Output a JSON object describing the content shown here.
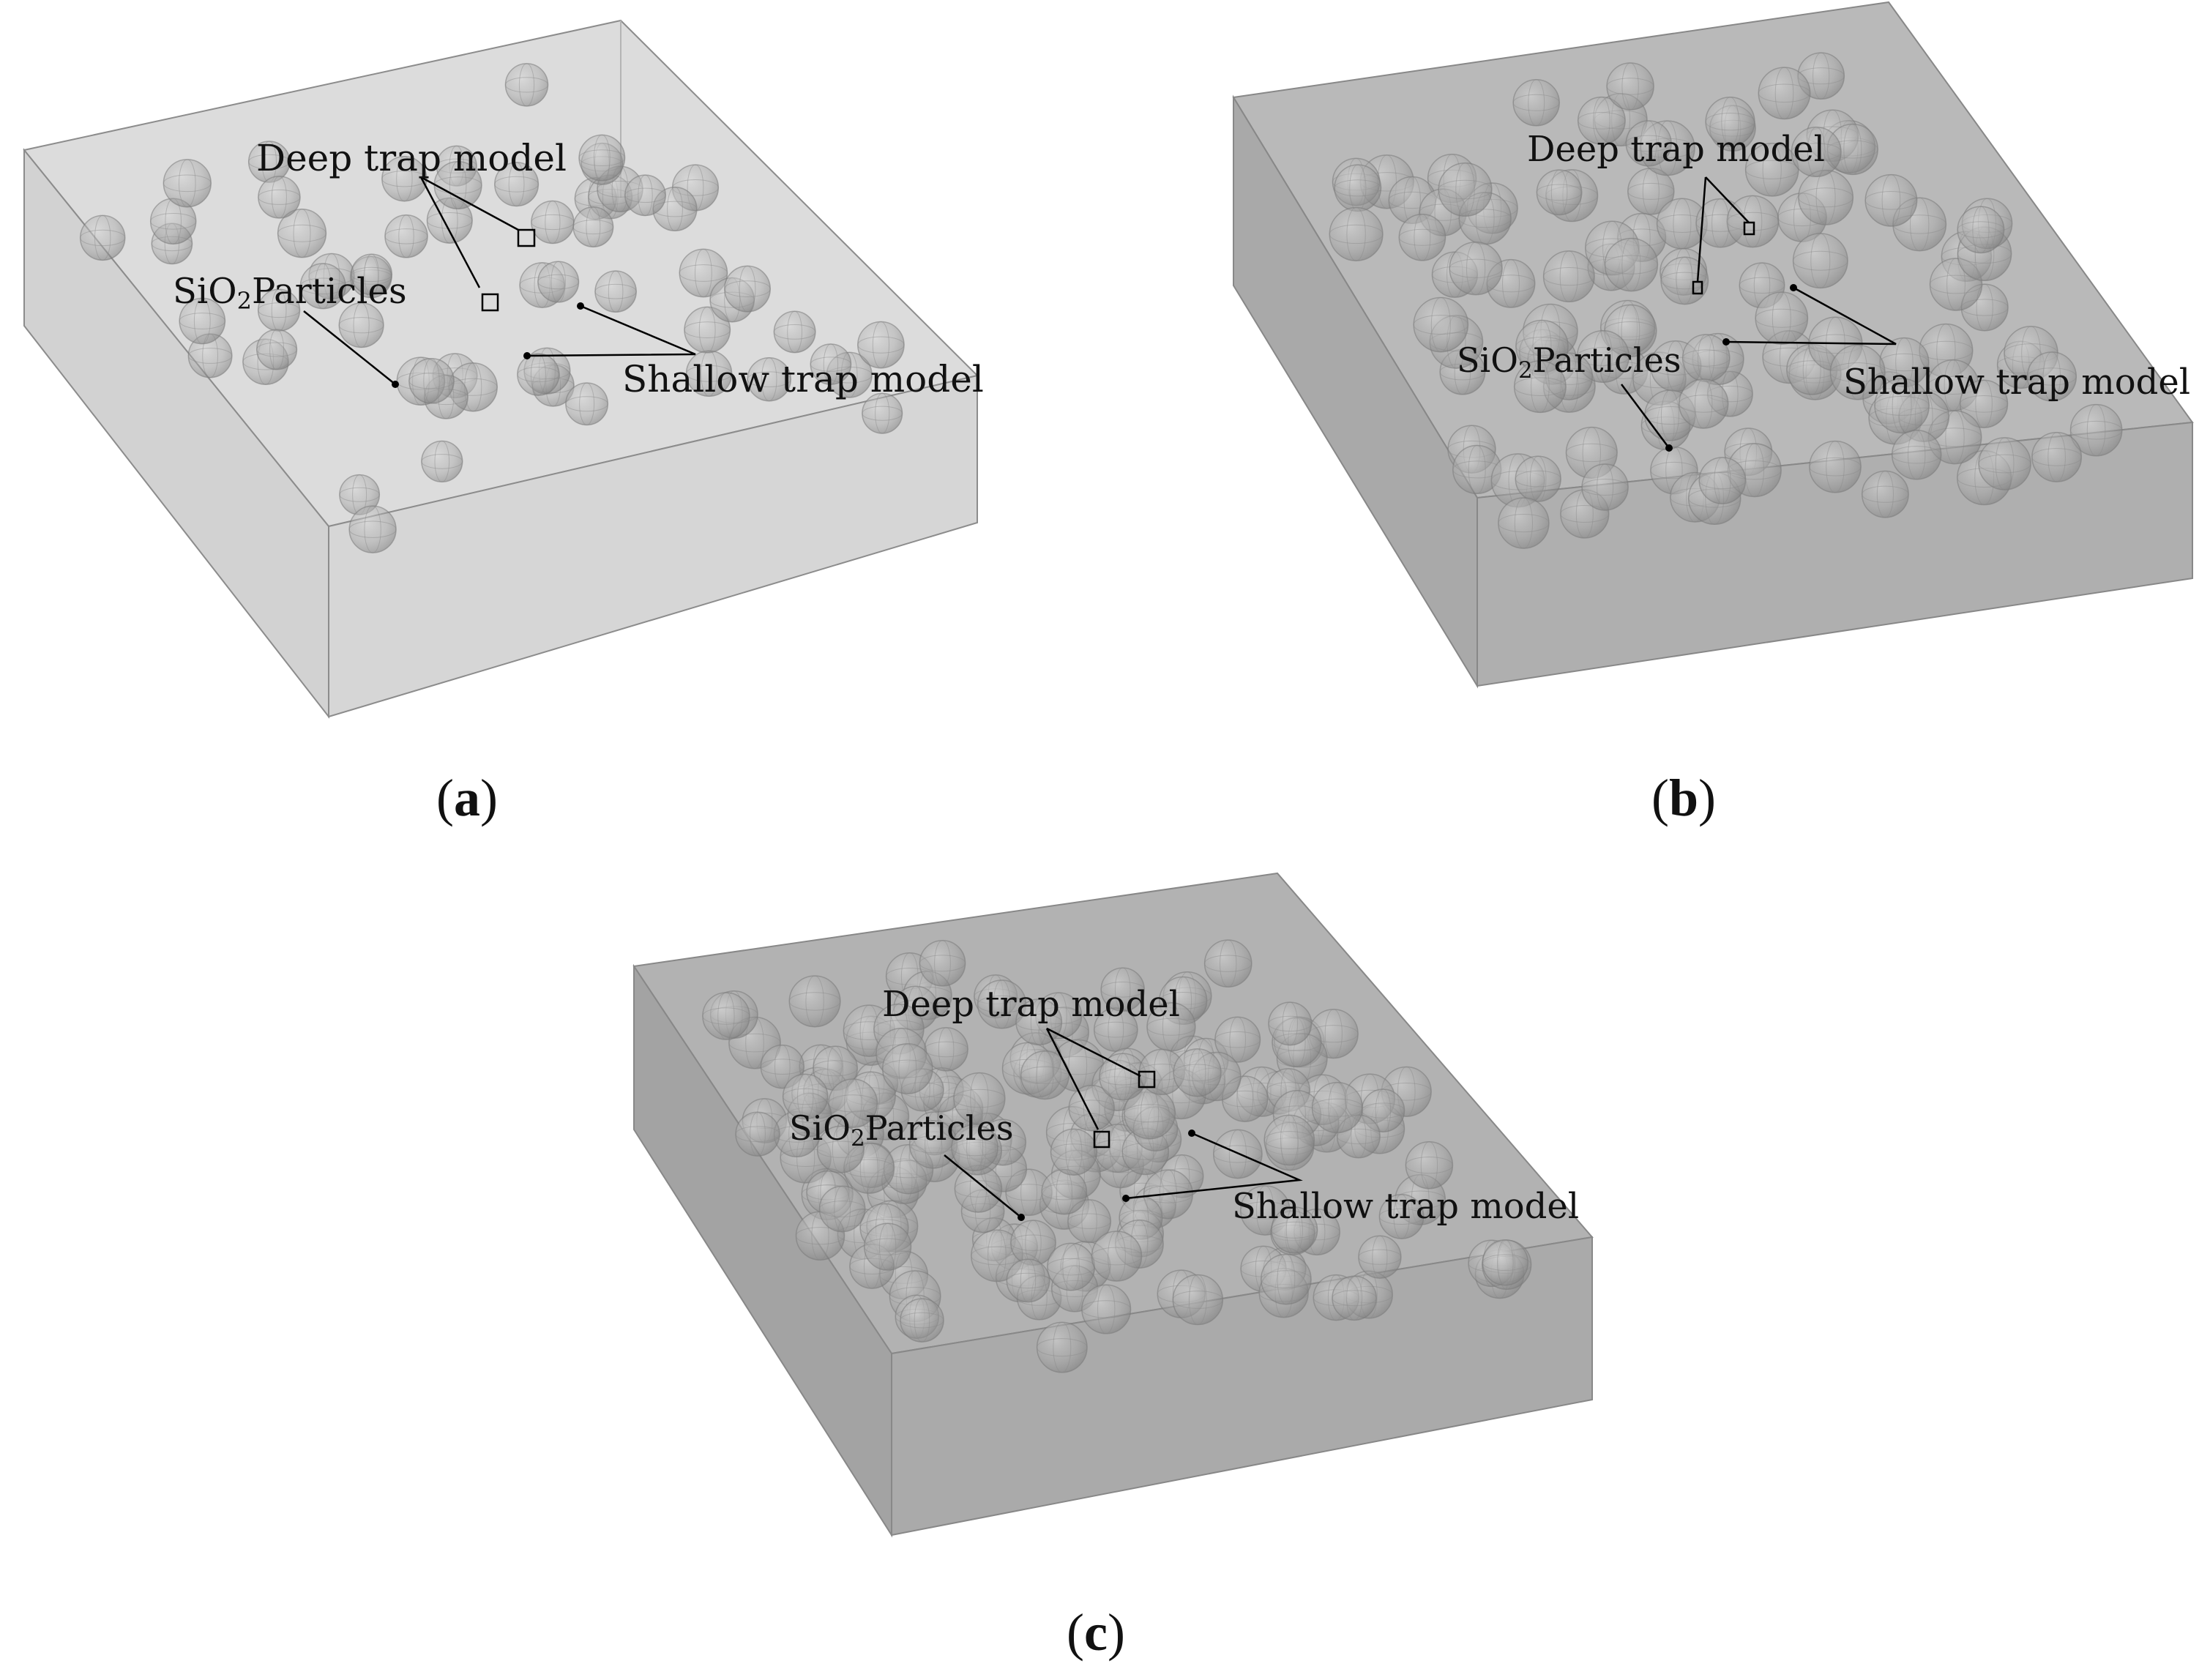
{
  "panels": [
    {
      "id": "a",
      "caption_open": "(",
      "caption_letter": "a",
      "caption_close": ")",
      "deep_label": "Deep trap model",
      "particle_label_prefix": "SiO",
      "particle_label_sub": "2",
      "particle_label_suffix": "Particles",
      "shallow_label": "Shallow trap model",
      "box_fill": "#d9d9d9"
    },
    {
      "id": "b",
      "caption_open": "(",
      "caption_letter": "b",
      "caption_close": ")",
      "deep_label": "Deep trap model",
      "particle_label_prefix": "SiO",
      "particle_label_sub": "2",
      "particle_label_suffix": "Particles",
      "shallow_label": "Shallow trap model",
      "box_fill": "#b3b3b3"
    },
    {
      "id": "c",
      "caption_open": "(",
      "caption_letter": "c",
      "caption_close": ")",
      "deep_label": "Deep trap model",
      "particle_label_prefix": "SiO",
      "particle_label_sub": "2",
      "particle_label_suffix": "Particles",
      "shallow_label": "Shallow trap model",
      "box_fill": "#ababab"
    }
  ],
  "colors": {
    "edge": "#8c8c8c",
    "particle_fill": "#9a9a9a",
    "particle_stroke": "#7a7a7a",
    "leader": "#000000"
  }
}
